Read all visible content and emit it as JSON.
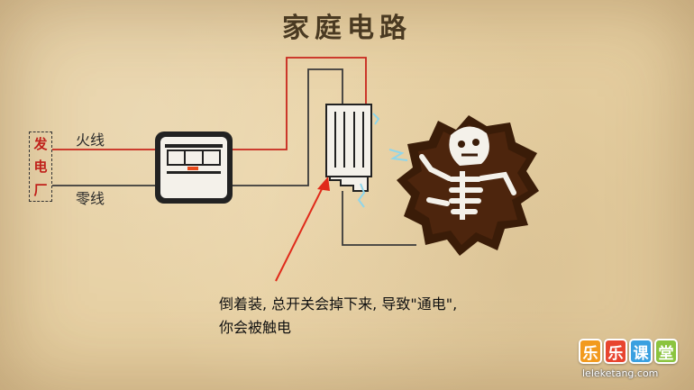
{
  "title": "家庭电路",
  "generator": {
    "chars": [
      "发",
      "电",
      "厂"
    ]
  },
  "wires": {
    "live_label": "火线",
    "neutral_label": "零线"
  },
  "caption": {
    "line1": "倒着装, 总开关会掉下来, 导致\"通电\",",
    "line2": "你会被触电"
  },
  "logo": {
    "chars": [
      "乐",
      "乐",
      "课",
      "堂"
    ],
    "colors": [
      "#f29a1e",
      "#e8442f",
      "#3aa0e0",
      "#8bc43f"
    ],
    "url": "leleketang.com"
  },
  "colors": {
    "live_wire": "#c8261c",
    "neutral_wire": "#3a3a3a",
    "accent_arrow": "#e02a1a"
  }
}
